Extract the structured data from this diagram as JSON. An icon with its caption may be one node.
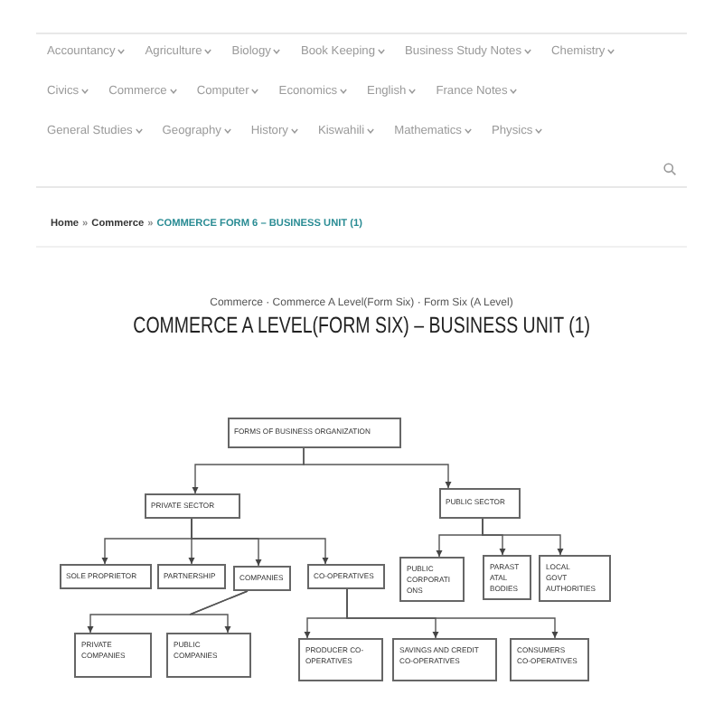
{
  "diagram": {
    "title": "COMMERCE A LEVEL(FORM SIX) – BUSINESS UNIT (1)",
    "nodes": [
      {
        "text": [
          "FORMS OF BUSINESS ORGANIZATION"
        ]
      },
      {
        "text": [
          "PRIVATE SECTOR"
        ]
      },
      {
        "text": [
          "PUBLIC SECTOR"
        ]
      },
      {
        "text": [
          "SOLE PROPRIETOR"
        ]
      },
      {
        "text": [
          "PARTNERSHIP"
        ]
      },
      {
        "text": [
          "COMPANIES"
        ]
      },
      {
        "text": [
          "CO-OPERATIVES"
        ]
      },
      {
        "text": [
          "PUBLIC CORPORATI ONS"
        ]
      },
      {
        "text": [
          "PARAST ATAL BODIES"
        ]
      },
      {
        "text": [
          "LOCAL GOVT AUTHORITIES"
        ]
      },
      {
        "text": [
          "PRIVATE COMPANIES"
        ]
      },
      {
        "text": [
          "PUBLIC COMPANIES"
        ]
      },
      {
        "text": [
          "PRODUCER CO-OPERATIVES"
        ]
      },
      {
        "text": [
          "SAVINGS AND CREDIT CO-OPERATIVES"
        ]
      },
      {
        "text": [
          "CONSUMERS CO-OPERATIVES"
        ]
      }
    ],
    "edges": [
      {
        "from": 0,
        "to": 1,
        "arrow": "to"
      },
      {
        "from": 0,
        "to": 2,
        "arrow": "to"
      },
      {
        "from": 1,
        "to": 3,
        "arrow": "to"
      },
      {
        "from": 1,
        "to": 4,
        "arrow": "to"
      },
      {
        "from": 1,
        "to": 5,
        "arrow": "to"
      },
      {
        "from": 1,
        "to": 6,
        "arrow": "to"
      },
      {
        "from": 2,
        "to": 7,
        "arrow": "to"
      },
      {
        "from": 2,
        "to": 8,
        "arrow": "to"
      },
      {
        "from": 2,
        "to": 9,
        "arrow": "to"
      },
      {
        "from": 5,
        "to": 10,
        "arrow": "to"
      },
      {
        "from": 5,
        "to": 11,
        "arrow": "to"
      },
      {
        "from": 6,
        "to": 12,
        "arrow": "to"
      },
      {
        "from": 6,
        "to": 13,
        "arrow": "to"
      },
      {
        "from": 6,
        "to": 14,
        "arrow": "to"
      }
    ],
    "labels": [
      "Accountancy",
      "Agriculture",
      "Biology",
      "Book Keeping",
      "Business Study Notes",
      "Chemistry",
      "Civics",
      "Commerce",
      "Computer",
      "Economics",
      "English",
      "France Notes",
      "General Studies",
      "Geography",
      "History",
      "Kiswahili",
      "Mathematics",
      "Physics",
      "Home",
      "»",
      "Commerce",
      "»",
      "COMMERCE FORM 6 – BUSINESS UNIT (1)",
      "Commerce · Commerce A Level(Form Six) · Form Six (A Level)"
    ]
  }
}
